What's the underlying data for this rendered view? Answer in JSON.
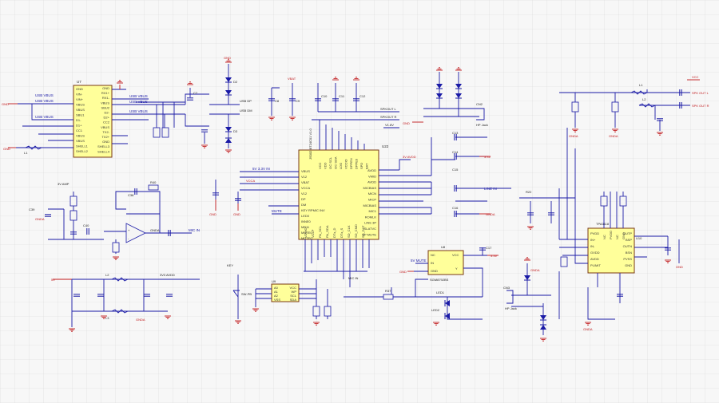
{
  "colors": {
    "background": "#f7f7f7",
    "grid": "#d8d8d8",
    "wire": "#1a1aa6",
    "power": "#c0181b",
    "ic_fill": "#ffff9a",
    "ic_border": "#7a3a16"
  },
  "u7": {
    "ref": "U7",
    "left_pins": [
      "GND",
      "VIN-",
      "VIN+",
      "VBUS",
      "VBUS",
      "SBU1",
      "D1-",
      "D1+",
      "CC1",
      "VBUS",
      "VBUS",
      "SHELL1",
      "SHELL2"
    ],
    "right_pins": [
      "GND",
      "RX1+",
      "RX1-",
      "VBUS",
      "SBU2",
      "D2-",
      "D2+",
      "CC2",
      "VBUS",
      "TX2-",
      "TX2+",
      "GND",
      "SHELL3",
      "SHELL4"
    ],
    "net_labels": [
      "USB VBUS",
      "USB VBUS",
      "USB VBUS",
      "USB VBUS",
      "USB VBUS",
      "USB VBUS"
    ],
    "gnd": "GND"
  },
  "u22": {
    "ref": "U22",
    "part": "JS002 BT24C01 V1.0",
    "left_pins": [
      "VBUS",
      "V12",
      "VBAT",
      "VCCA",
      "V12",
      "DP",
      "DM",
      "KEY RPMIC INV",
      "LED0",
      "INNE0",
      "MB11",
      "MUTE0",
      "MUTE0"
    ],
    "right_pins": [
      "AVDD",
      "VMID",
      "AVDD",
      "MICBIAS",
      "MICN",
      "MICP",
      "MICBIAS",
      "MIC1",
      "ROMLK",
      "LINE 3P",
      "SLATVC",
      "VP MUTE"
    ],
    "top_pins": [
      "VCC",
      "VDD",
      "I2C SCL",
      "I2C SDA",
      "LDO",
      "VCCIO",
      "DPPEN",
      "DPPE0",
      "SPD",
      "BAT"
    ],
    "bottom_pins": [
      "VDDIO",
      "VCLP",
      "PA_SCL",
      "PA_SDA",
      "DTx_D",
      "DTx_S",
      "SD_CLK",
      "SD_CMD",
      "SD_DAT"
    ],
    "net_labels": [
      "5V 3.3V IN",
      "VCCA",
      "VBAT",
      "MUTE"
    ]
  },
  "u8": {
    "ref": "U8",
    "part": "SGM8792BS",
    "pins": [
      "NC",
      "IN",
      "GND",
      "VCC",
      "Y"
    ]
  },
  "u9": {
    "ref": "U9",
    "pins": [
      "A0",
      "A1",
      "A2",
      "VSS",
      "VCC",
      "WP",
      "SCL",
      "SDA"
    ]
  },
  "u10": {
    "ref": "U10",
    "part": "TPA3118",
    "left_pins": [
      "PVDD",
      "IN+",
      "IN-",
      "GVDD",
      "AVDD",
      "PLIMIT"
    ],
    "right_pins": [
      "OUTP",
      "BSP",
      "OUTN",
      "BSN",
      "PVSS",
      "GND"
    ],
    "top_pins": [
      "NC",
      "PVDD",
      "NC",
      "GND"
    ]
  },
  "labels": {
    "r47": "R47",
    "c38": "C38",
    "r40": "R40",
    "opamp_net": "3V AMP",
    "r9": "R9",
    "gnd": "GND",
    "gnda": "GNDA",
    "vcc": "VCC",
    "v33": "3.3V",
    "v5": "5V",
    "led1": "LED1",
    "led2": "LED2",
    "sw": "SW-PB",
    "mic_in": "MIC IN",
    "line_in": "LINE IN",
    "spk_l": "SPK OUT L",
    "spk_r": "SPK OUT R",
    "headphone": "HP Jack",
    "l1": "L1",
    "l2": "L2",
    "l3": "L3",
    "fb": "FB"
  }
}
